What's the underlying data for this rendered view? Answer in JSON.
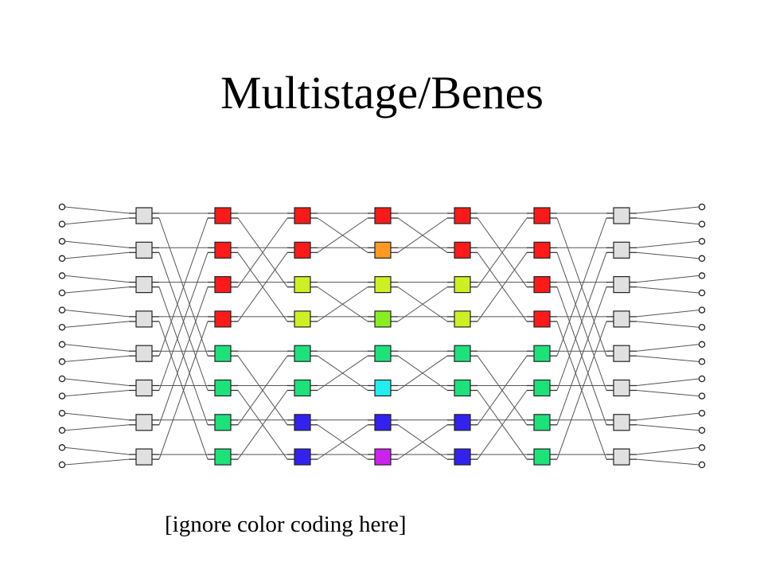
{
  "title": "Multistage/Benes",
  "caption": "[ignore color coding here]",
  "network": {
    "ports_per_side": 16,
    "switches_per_stage": 8,
    "stage_colors": [
      [
        "#e0e0e0",
        "#e0e0e0",
        "#e0e0e0",
        "#e0e0e0",
        "#e0e0e0",
        "#e0e0e0",
        "#e0e0e0",
        "#e0e0e0"
      ],
      [
        "#ff1a1a",
        "#ff1a1a",
        "#ff1a1a",
        "#ff1a1a",
        "#1de27a",
        "#1de27a",
        "#1de27a",
        "#1de27a"
      ],
      [
        "#ff1a1a",
        "#ff1a1a",
        "#ccf022",
        "#ccf022",
        "#1de27a",
        "#1de27a",
        "#3322ee",
        "#3322ee"
      ],
      [
        "#ff1a1a",
        "#ff9922",
        "#ccf022",
        "#88ee22",
        "#1de27a",
        "#22eeee",
        "#3322ee",
        "#cc22ee"
      ],
      [
        "#ff1a1a",
        "#ff1a1a",
        "#ccf022",
        "#ccf022",
        "#1de27a",
        "#1de27a",
        "#3322ee",
        "#3322ee"
      ],
      [
        "#ff1a1a",
        "#ff1a1a",
        "#ff1a1a",
        "#ff1a1a",
        "#1de27a",
        "#1de27a",
        "#1de27a",
        "#1de27a"
      ],
      [
        "#e0e0e0",
        "#e0e0e0",
        "#e0e0e0",
        "#e0e0e0",
        "#e0e0e0",
        "#e0e0e0",
        "#e0e0e0",
        "#e0e0e0"
      ]
    ]
  }
}
